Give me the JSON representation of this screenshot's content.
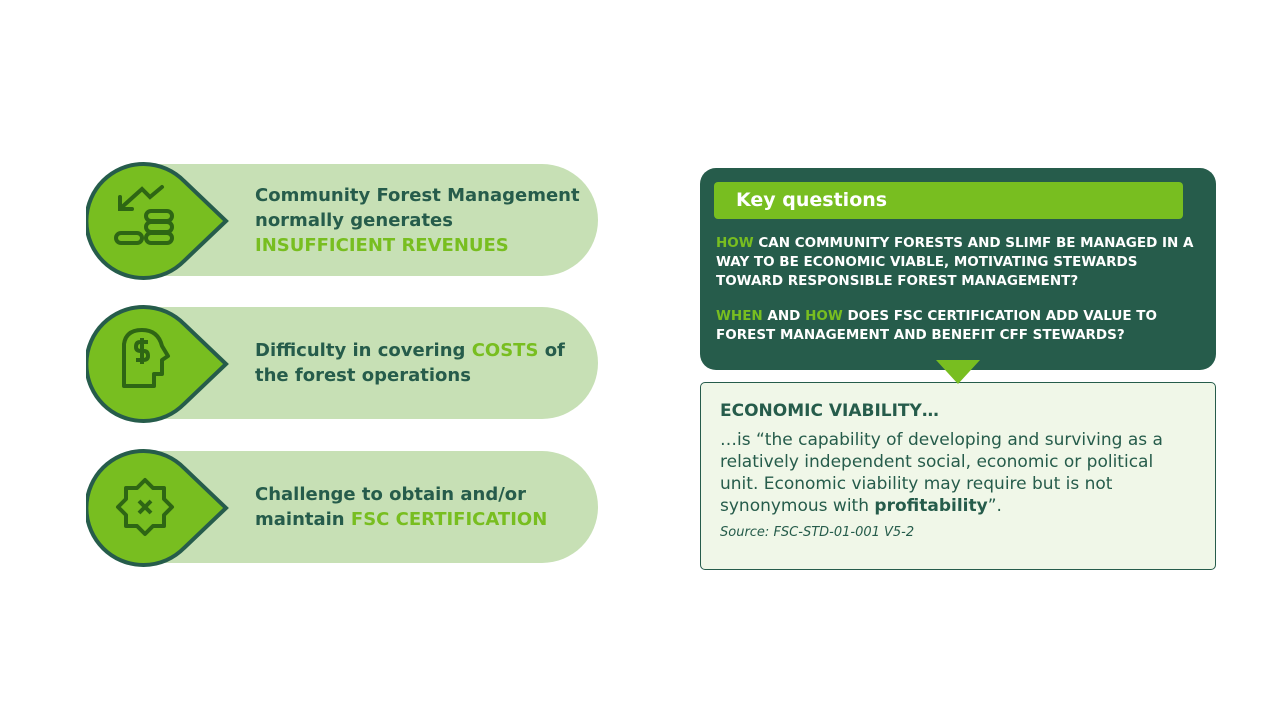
{
  "colors": {
    "dark_green": "#265c4b",
    "lime": "#78be20",
    "pill": "#c7e0b5",
    "box": "#f0f7e8"
  },
  "challenges": [
    {
      "icon": "declining-revenue-coins-icon",
      "text_before": "Community Forest Management normally generates",
      "highlight": "INSUFFICIENT REVENUES",
      "text_after": ""
    },
    {
      "icon": "head-dollar-icon",
      "text_before": "Difficulty in covering",
      "highlight": "COSTS",
      "text_after": " of the forest operations"
    },
    {
      "icon": "badge-x-icon",
      "text_before": "Challenge to obtain and/or maintain",
      "highlight": "FSC CERTIFICATION",
      "text_after": ""
    }
  ],
  "key_questions": {
    "title": "Key questions",
    "q1": {
      "h1": "HOW",
      "rest": " CAN COMMUNITY FORESTS AND SLIMF BE MANAGED IN A WAY TO BE ECONOMIC VIABLE,  MOTIVATING STEWARDS TOWARD RESPONSIBLE FOREST MANAGEMENT?"
    },
    "q2": {
      "h1": "WHEN",
      "mid": " AND ",
      "h2": "HOW",
      "rest": " DOES FSC CERTIFICATION ADD VALUE TO FOREST MANAGEMENT AND BENEFIT CFF STEWARDS?"
    }
  },
  "definition": {
    "title": "ECONOMIC VIABILITY…",
    "body": "…is “the capability of developing and surviving as a relatively independent social, economic or political unit. Economic viability may require but is not synonymous with ",
    "bold": "profitability",
    "end": "”.",
    "source": "Source: FSC-STD-01-001 V5-2"
  }
}
